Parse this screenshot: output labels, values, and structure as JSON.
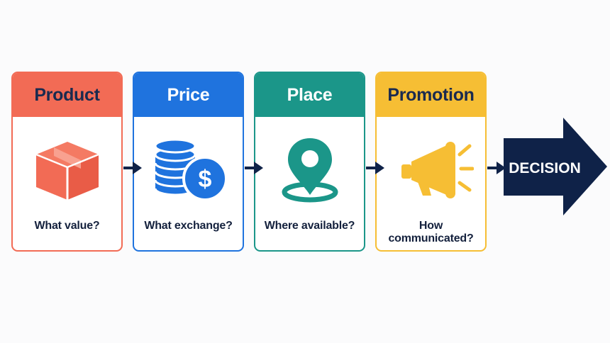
{
  "steps": [
    {
      "title": "Product",
      "question": "What value?",
      "icon": "box-icon",
      "color": "#f26b55",
      "title_color": "#1a2a4f"
    },
    {
      "title": "Price",
      "question": "What exchange?",
      "icon": "coins-dollar-icon",
      "color": "#1f73de",
      "title_color": "#ffffff"
    },
    {
      "title": "Place",
      "question": "Where available?",
      "icon": "location-pin-icon",
      "color": "#1b9689",
      "title_color": "#ffffff"
    },
    {
      "title": "Promotion",
      "question": "How communicated?",
      "icon": "megaphone-icon",
      "color": "#f6be34",
      "title_color": "#1a2a4f"
    }
  ],
  "decision": {
    "label": "DECISION",
    "color": "#0f2248"
  },
  "connector_color": "#0f2248"
}
